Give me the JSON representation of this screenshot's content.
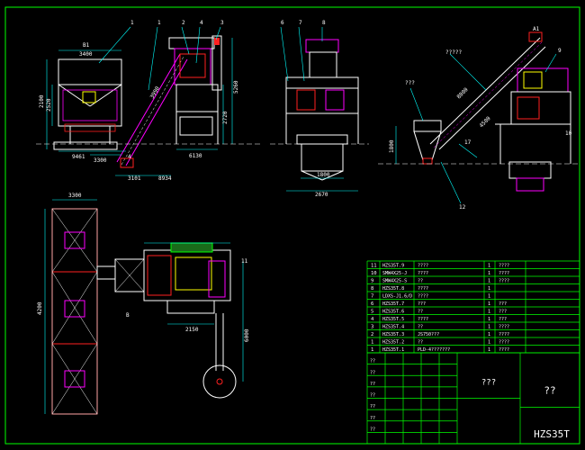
{
  "drawing": {
    "title_code": "HZS35T",
    "title_big": "??",
    "title_mid": "???",
    "colors": {
      "bg": "#000000",
      "frame": "#00ff00",
      "white": "#ffffff",
      "yellow": "#ffff00",
      "magenta": "#ff00ff",
      "cyan": "#00ffff",
      "red": "#ff2020",
      "blue": "#5050ff"
    }
  },
  "elevation_view": {
    "callouts": [
      "1",
      "1",
      "2",
      "4",
      "3"
    ],
    "dims": [
      "B1",
      "3400",
      "2100",
      "2520",
      "5260",
      "3990",
      "2720",
      "9461",
      "3300",
      "4",
      "6130",
      "3101",
      "8934"
    ]
  },
  "side_view": {
    "callouts": [
      "6",
      "7",
      "8"
    ],
    "dims": [
      "1800",
      "2670"
    ]
  },
  "right_view": {
    "labels": [
      "?????",
      "???",
      "A1"
    ],
    "callouts": [
      "9",
      "10",
      "12"
    ],
    "dims": [
      "8800",
      "4500",
      "1800",
      "17"
    ]
  },
  "plan_view": {
    "dims": [
      "3300",
      "4200",
      "11",
      "2150",
      "6000",
      "B"
    ]
  },
  "parts_table": {
    "rows": [
      {
        "no": "11",
        "code": "HZS35T.9",
        "name": "????",
        "qty": "1",
        "remark": "????"
      },
      {
        "no": "10",
        "code": "SMW4X25-J",
        "name": "????",
        "qty": "1",
        "remark": "????"
      },
      {
        "no": "9",
        "code": "SMW4X25-S",
        "name": "??",
        "qty": "1",
        "remark": "????"
      },
      {
        "no": "8",
        "code": "HZS35T.8",
        "name": "????",
        "qty": "1",
        "remark": ""
      },
      {
        "no": "7",
        "code": "LDXS-J1.6/D",
        "name": "????",
        "qty": "1",
        "remark": ""
      },
      {
        "no": "6",
        "code": "HZS35T.7",
        "name": "???",
        "qty": "1",
        "remark": "???"
      },
      {
        "no": "5",
        "code": "HZS35T.6",
        "name": "??",
        "qty": "1",
        "remark": "???"
      },
      {
        "no": "4",
        "code": "HZS35T.5",
        "name": "????",
        "qty": "1",
        "remark": "???"
      },
      {
        "no": "3",
        "code": "HZS35T.4",
        "name": "??",
        "qty": "1",
        "remark": "????"
      },
      {
        "no": "2",
        "code": "HZS35T.3",
        "name": "JS750???",
        "qty": "1",
        "remark": "????"
      },
      {
        "no": "1",
        "code": "HZS35T.2",
        "name": "??",
        "qty": "1",
        "remark": "????"
      },
      {
        "no": "1",
        "code": "HZS35T.1",
        "name": "PLD-4???????",
        "qty": "1",
        "remark": "????"
      }
    ],
    "footer": [
      "??",
      "??",
      "??",
      "??",
      "??",
      "??",
      "??"
    ]
  }
}
